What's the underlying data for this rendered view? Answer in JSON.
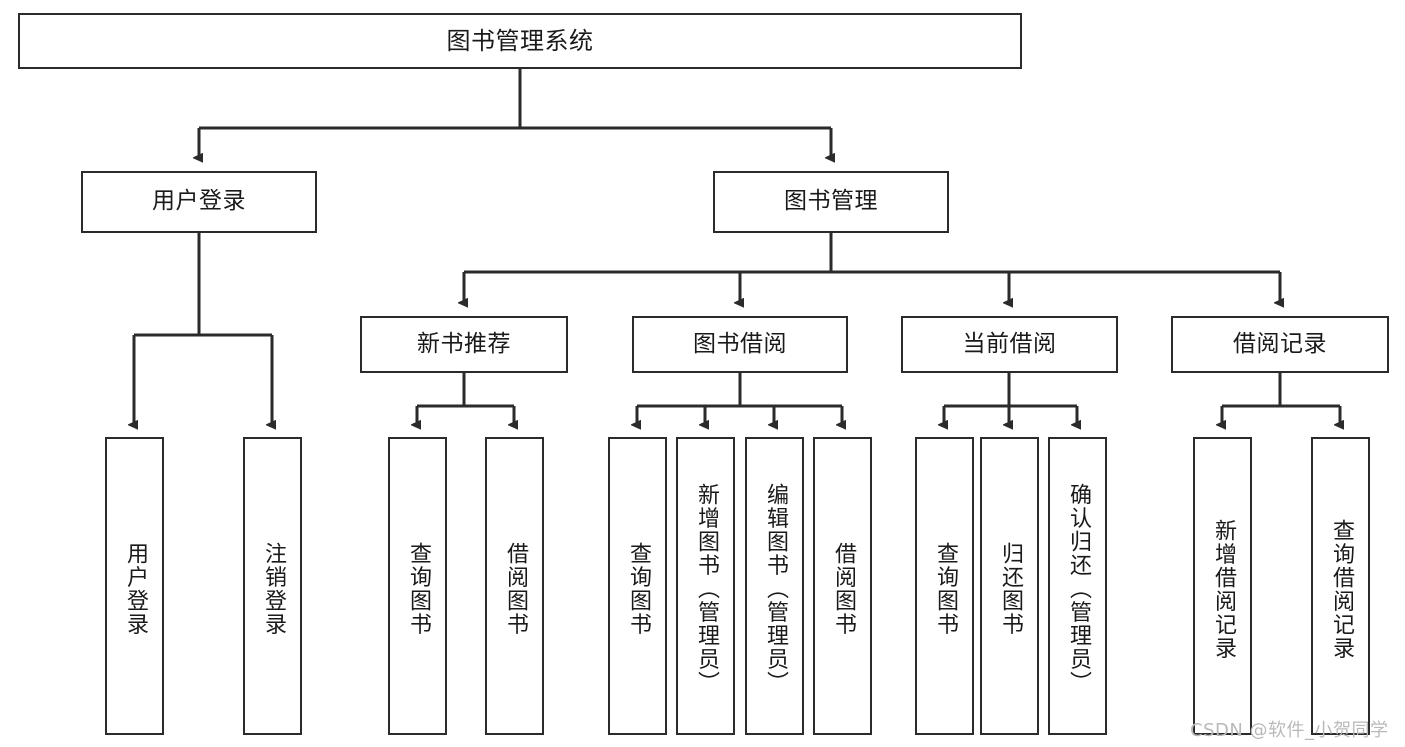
{
  "diagram": {
    "title": "图书管理系统",
    "watermark": "CSDN @软件_小贺同学",
    "line_color": "#2b2b2b",
    "box_fill": "#ffffff",
    "text_color": "#1a1a1a",
    "watermark_color": "#b9b9b9",
    "nodes": {
      "root": "图书管理系统",
      "level2": [
        "用户登录",
        "图书管理"
      ],
      "level3": [
        "新书推荐",
        "图书借阅",
        "当前借阅",
        "借阅记录"
      ],
      "leaves_user_login": [
        "用户登录",
        "注销登录"
      ],
      "leaves_new_book": [
        "查询图书",
        "借阅图书"
      ],
      "leaves_borrow": [
        "查询图书",
        "新增图书（管理员）",
        "编辑图书（管理员）",
        "借阅图书"
      ],
      "leaves_current": [
        "查询图书",
        "归还图书",
        "确认归还（管理员）"
      ],
      "leaves_records": [
        "新增借阅记录",
        "查询借阅记录"
      ]
    }
  }
}
